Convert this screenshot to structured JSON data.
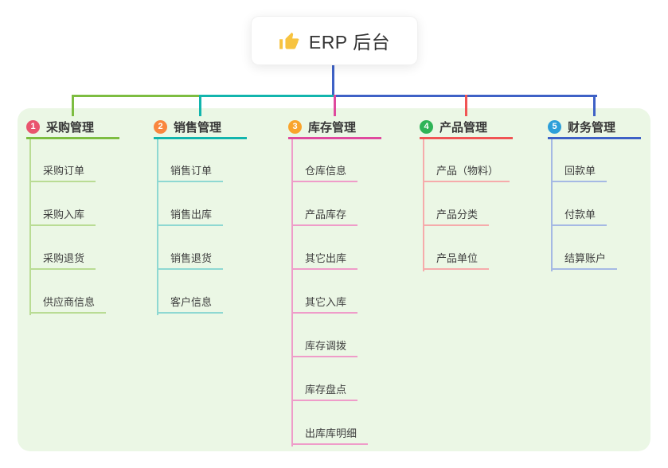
{
  "root": {
    "title": "ERP 后台",
    "icon": "thumbs-up-icon"
  },
  "colors": {
    "panel_bg": "#ebf7e5",
    "root_line": "#3e61c6",
    "root_title": "#333333",
    "thumb_yellow": "#f7c340",
    "header_text": "#383838",
    "child_text": "#3f3f3f"
  },
  "branches": [
    {
      "num": "1",
      "label": "采购管理",
      "badge_color": "#e9546e",
      "line_color": "#7dbd41",
      "child_line_color": "#b9dc94",
      "children": [
        "采购订单",
        "采购入库",
        "采购退货",
        "供应商信息"
      ]
    },
    {
      "num": "2",
      "label": "销售管理",
      "badge_color": "#f9863e",
      "line_color": "#12b5ad",
      "child_line_color": "#8ed8d2",
      "children": [
        "销售订单",
        "销售出库",
        "销售退货",
        "客户信息"
      ]
    },
    {
      "num": "3",
      "label": "库存管理",
      "badge_color": "#f9a42c",
      "line_color": "#df4a9e",
      "child_line_color": "#ef9cc9",
      "children": [
        "仓库信息",
        "产品库存",
        "其它出库",
        "其它入库",
        "库存调拨",
        "库存盘点",
        "出库库明细"
      ]
    },
    {
      "num": "4",
      "label": "产品管理",
      "badge_color": "#2fb457",
      "line_color": "#f05454",
      "child_line_color": "#f6abab",
      "children": [
        "产品（物料）",
        "产品分类",
        "产品单位"
      ]
    },
    {
      "num": "5",
      "label": "财务管理",
      "badge_color": "#2d9fd9",
      "line_color": "#3e61c6",
      "child_line_color": "#a5b9e4",
      "children": [
        "回款单",
        "付款单",
        "结算账户"
      ]
    }
  ]
}
